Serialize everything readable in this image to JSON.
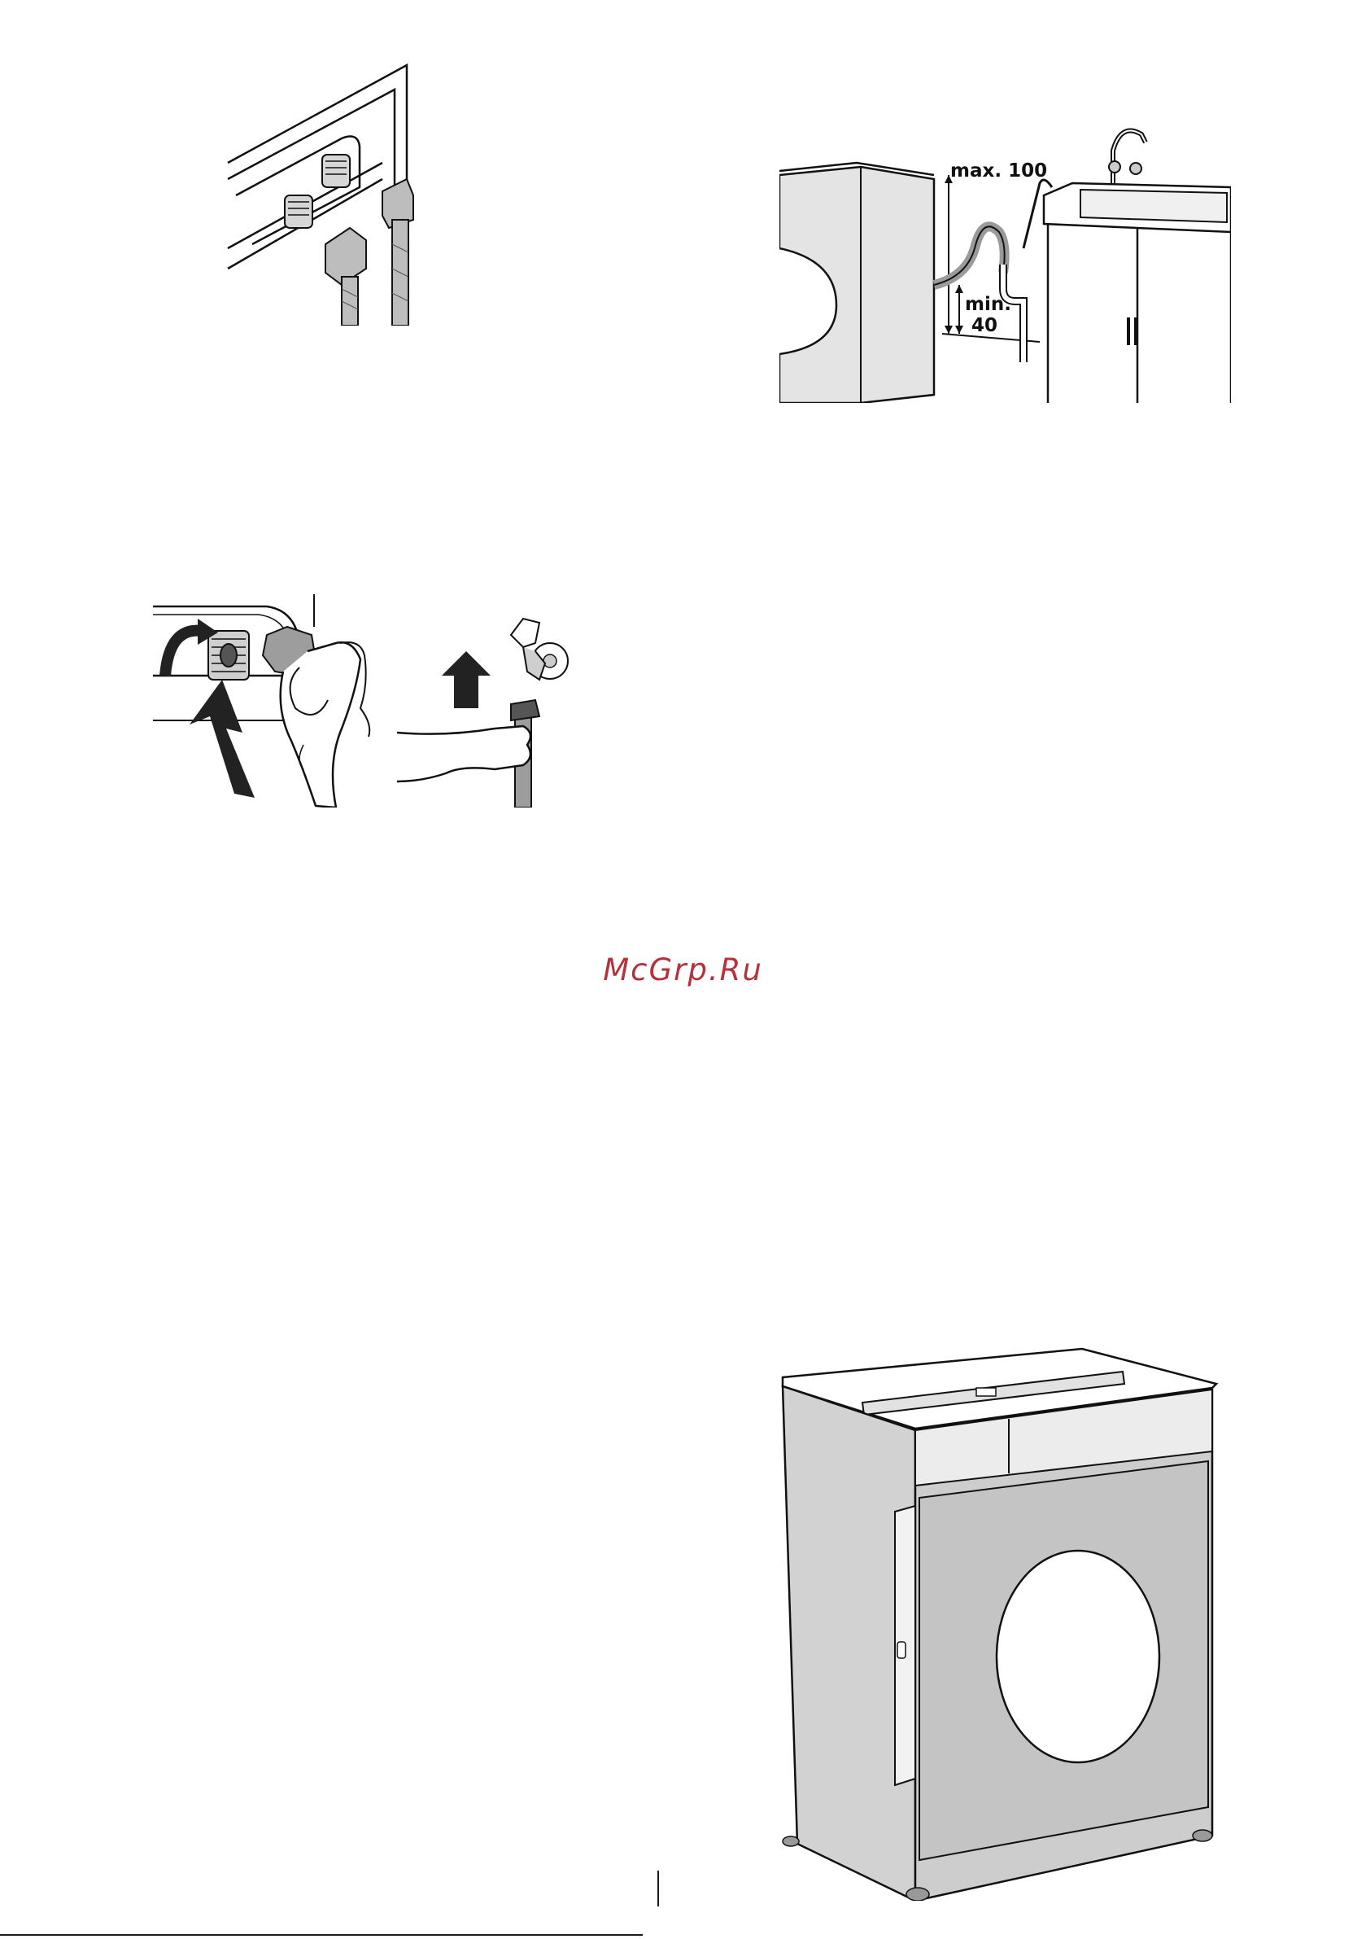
{
  "watermark": {
    "text": "McGrp.Ru",
    "color": "#b5323c"
  },
  "figures": [
    {
      "id": "rear-inlets",
      "icon": "water-inlet-connectors-illustration"
    },
    {
      "id": "drain-hose-heights",
      "icon": "drain-hose-sink-illustration",
      "labels": {
        "max_label": "max. 100",
        "min_label": "min.",
        "min_value": "40"
      }
    },
    {
      "id": "hose-fitting",
      "icon": "hose-connection-hand-illustration"
    },
    {
      "id": "built-in-machine",
      "icon": "built-in-washing-machine-illustration"
    }
  ]
}
